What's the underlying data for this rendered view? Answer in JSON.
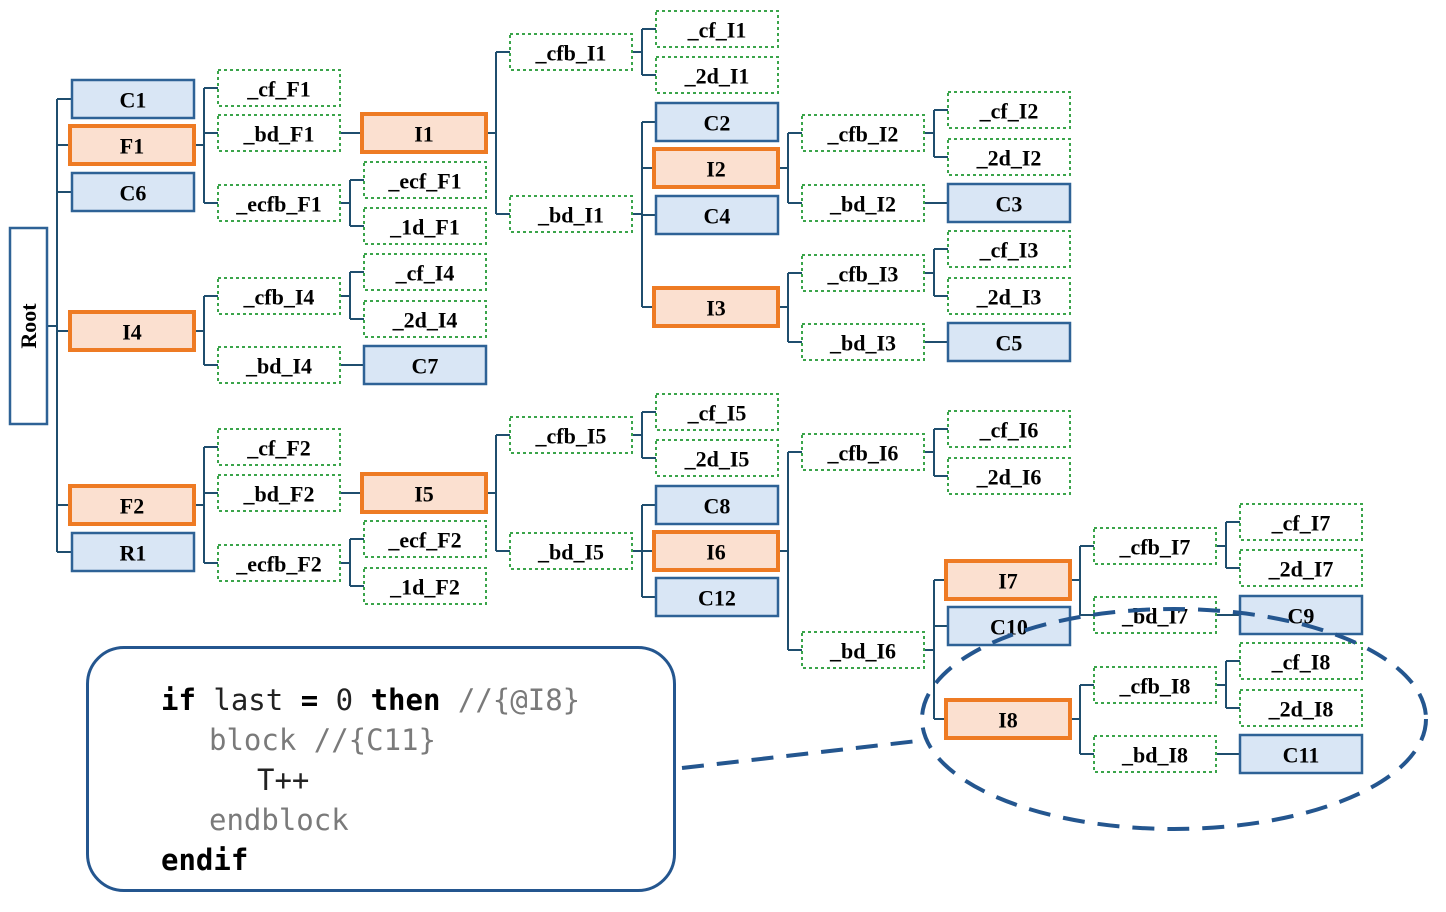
{
  "root_label": "Root",
  "nodes": [
    {
      "id": "C1",
      "label": "C1",
      "kind": "component"
    },
    {
      "id": "F1",
      "label": "F1",
      "kind": "function"
    },
    {
      "id": "C6",
      "label": "C6",
      "kind": "component"
    },
    {
      "id": "I4",
      "label": "I4",
      "kind": "function"
    },
    {
      "id": "F2",
      "label": "F2",
      "kind": "function"
    },
    {
      "id": "R1",
      "label": "R1",
      "kind": "component"
    },
    {
      "id": "cf_F1",
      "label": "_cf_F1",
      "kind": "structural"
    },
    {
      "id": "bd_F1",
      "label": "_bd_F1",
      "kind": "structural"
    },
    {
      "id": "ecfb_F1",
      "label": "_ecfb_F1",
      "kind": "structural"
    },
    {
      "id": "cfb_I4",
      "label": "_cfb_I4",
      "kind": "structural"
    },
    {
      "id": "bd_I4",
      "label": "_bd_I4",
      "kind": "structural"
    },
    {
      "id": "cf_F2",
      "label": "_cf_F2",
      "kind": "structural"
    },
    {
      "id": "bd_F2",
      "label": "_bd_F2",
      "kind": "structural"
    },
    {
      "id": "ecfb_F2",
      "label": "_ecfb_F2",
      "kind": "structural"
    },
    {
      "id": "I1",
      "label": "I1",
      "kind": "function"
    },
    {
      "id": "ecf_F1",
      "label": "_ecf_F1",
      "kind": "structural"
    },
    {
      "id": "1d_F1",
      "label": "_1d_F1",
      "kind": "structural"
    },
    {
      "id": "cf_I4",
      "label": "_cf_I4",
      "kind": "structural"
    },
    {
      "id": "2d_I4",
      "label": "_2d_I4",
      "kind": "structural"
    },
    {
      "id": "C7",
      "label": "C7",
      "kind": "component"
    },
    {
      "id": "I5",
      "label": "I5",
      "kind": "function"
    },
    {
      "id": "ecf_F2",
      "label": "_ecf_F2",
      "kind": "structural"
    },
    {
      "id": "1d_F2",
      "label": "_1d_F2",
      "kind": "structural"
    },
    {
      "id": "cfb_I1",
      "label": "_cfb_I1",
      "kind": "structural"
    },
    {
      "id": "bd_I1",
      "label": "_bd_I1",
      "kind": "structural"
    },
    {
      "id": "cfb_I5",
      "label": "_cfb_I5",
      "kind": "structural"
    },
    {
      "id": "bd_I5",
      "label": "_bd_I5",
      "kind": "structural"
    },
    {
      "id": "cf_I1",
      "label": "_cf_I1",
      "kind": "structural"
    },
    {
      "id": "2d_I1",
      "label": "_2d_I1",
      "kind": "structural"
    },
    {
      "id": "C2",
      "label": "C2",
      "kind": "component"
    },
    {
      "id": "I2",
      "label": "I2",
      "kind": "function"
    },
    {
      "id": "C4",
      "label": "C4",
      "kind": "component"
    },
    {
      "id": "I3",
      "label": "I3",
      "kind": "function"
    },
    {
      "id": "cf_I5",
      "label": "_cf_I5",
      "kind": "structural"
    },
    {
      "id": "2d_I5",
      "label": "_2d_I5",
      "kind": "structural"
    },
    {
      "id": "C8",
      "label": "C8",
      "kind": "component"
    },
    {
      "id": "I6",
      "label": "I6",
      "kind": "function"
    },
    {
      "id": "C12",
      "label": "C12",
      "kind": "component"
    },
    {
      "id": "cfb_I2",
      "label": "_cfb_I2",
      "kind": "structural"
    },
    {
      "id": "bd_I2",
      "label": "_bd_I2",
      "kind": "structural"
    },
    {
      "id": "cfb_I3",
      "label": "_cfb_I3",
      "kind": "structural"
    },
    {
      "id": "bd_I3",
      "label": "_bd_I3",
      "kind": "structural"
    },
    {
      "id": "cfb_I6",
      "label": "_cfb_I6",
      "kind": "structural"
    },
    {
      "id": "bd_I6",
      "label": "_bd_I6",
      "kind": "structural"
    },
    {
      "id": "cf_I2",
      "label": "_cf_I2",
      "kind": "structural"
    },
    {
      "id": "2d_I2",
      "label": "_2d_I2",
      "kind": "structural"
    },
    {
      "id": "C3",
      "label": "C3",
      "kind": "component"
    },
    {
      "id": "cf_I3",
      "label": "_cf_I3",
      "kind": "structural"
    },
    {
      "id": "2d_I3",
      "label": "_2d_I3",
      "kind": "structural"
    },
    {
      "id": "C5",
      "label": "C5",
      "kind": "component"
    },
    {
      "id": "cf_I6",
      "label": "_cf_I6",
      "kind": "structural"
    },
    {
      "id": "2d_I6",
      "label": "_2d_I6",
      "kind": "structural"
    },
    {
      "id": "I7",
      "label": "I7",
      "kind": "function"
    },
    {
      "id": "C10",
      "label": "C10",
      "kind": "component"
    },
    {
      "id": "I8",
      "label": "I8",
      "kind": "function"
    },
    {
      "id": "cfb_I7",
      "label": "_cfb_I7",
      "kind": "structural"
    },
    {
      "id": "bd_I7",
      "label": "_bd_I7",
      "kind": "structural"
    },
    {
      "id": "cfb_I8",
      "label": "_cfb_I8",
      "kind": "structural"
    },
    {
      "id": "bd_I8",
      "label": "_bd_I8",
      "kind": "structural"
    },
    {
      "id": "cf_I7",
      "label": "_cf_I7",
      "kind": "structural"
    },
    {
      "id": "2d_I7",
      "label": "_2d_I7",
      "kind": "structural"
    },
    {
      "id": "C9",
      "label": "C9",
      "kind": "component"
    },
    {
      "id": "cf_I8",
      "label": "_cf_I8",
      "kind": "structural"
    },
    {
      "id": "2d_I8",
      "label": "_2d_I8",
      "kind": "structural"
    },
    {
      "id": "C11",
      "label": "C11",
      "kind": "component"
    }
  ],
  "edges": [
    [
      "Root",
      [
        "C1",
        "F1",
        "C6",
        "I4",
        "F2",
        "R1"
      ]
    ],
    [
      "F1",
      [
        "cf_F1",
        "bd_F1",
        "ecfb_F1"
      ]
    ],
    [
      "I4",
      [
        "cfb_I4",
        "bd_I4"
      ]
    ],
    [
      "F2",
      [
        "cf_F2",
        "bd_F2",
        "ecfb_F2"
      ]
    ],
    [
      "bd_F1",
      [
        "I1"
      ]
    ],
    [
      "ecfb_F1",
      [
        "ecf_F1",
        "1d_F1"
      ]
    ],
    [
      "cfb_I4",
      [
        "cf_I4",
        "2d_I4"
      ]
    ],
    [
      "bd_I4",
      [
        "C7"
      ]
    ],
    [
      "bd_F2",
      [
        "I5"
      ]
    ],
    [
      "ecfb_F2",
      [
        "ecf_F2",
        "1d_F2"
      ]
    ],
    [
      "I1",
      [
        "cfb_I1",
        "bd_I1"
      ]
    ],
    [
      "I5",
      [
        "cfb_I5",
        "bd_I5"
      ]
    ],
    [
      "cfb_I1",
      [
        "cf_I1",
        "2d_I1"
      ]
    ],
    [
      "bd_I1",
      [
        "C2",
        "I2",
        "C4",
        "I3"
      ]
    ],
    [
      "cfb_I5",
      [
        "cf_I5",
        "2d_I5"
      ]
    ],
    [
      "bd_I5",
      [
        "C8",
        "I6",
        "C12"
      ]
    ],
    [
      "I2",
      [
        "cfb_I2",
        "bd_I2"
      ]
    ],
    [
      "I3",
      [
        "cfb_I3",
        "bd_I3"
      ]
    ],
    [
      "I6",
      [
        "cfb_I6",
        "bd_I6"
      ]
    ],
    [
      "cfb_I2",
      [
        "cf_I2",
        "2d_I2"
      ]
    ],
    [
      "bd_I2",
      [
        "C3"
      ]
    ],
    [
      "cfb_I3",
      [
        "cf_I3",
        "2d_I3"
      ]
    ],
    [
      "bd_I3",
      [
        "C5"
      ]
    ],
    [
      "cfb_I6",
      [
        "cf_I6",
        "2d_I6"
      ]
    ],
    [
      "bd_I6",
      [
        "I7",
        "C10",
        "I8"
      ]
    ],
    [
      "I7",
      [
        "cfb_I7",
        "bd_I7"
      ]
    ],
    [
      "I8",
      [
        "cfb_I8",
        "bd_I8"
      ]
    ],
    [
      "cfb_I7",
      [
        "cf_I7",
        "2d_I7"
      ]
    ],
    [
      "bd_I7",
      [
        "C9"
      ]
    ],
    [
      "cfb_I8",
      [
        "cf_I8",
        "2d_I8"
      ]
    ],
    [
      "bd_I8",
      [
        "C11"
      ]
    ]
  ],
  "colors": {
    "function_fill": "#fbe0d0",
    "function_border": "#ee7b24",
    "component_fill": "#d9e6f5",
    "component_border": "#2e6296",
    "structural_border": "#3aa44a",
    "edge": "#1f4e6e",
    "callout": "#24568f"
  },
  "code": {
    "line1": {
      "kw_if": "if",
      "var": "last",
      "op": "=",
      "num": "0",
      "kw_then": "then",
      "comment": "//{@I8}"
    },
    "line2": {
      "text": "block //{C11}"
    },
    "line3": {
      "text": "T++"
    },
    "line4": {
      "text": "endblock"
    },
    "line5": {
      "kw": "endif"
    }
  }
}
